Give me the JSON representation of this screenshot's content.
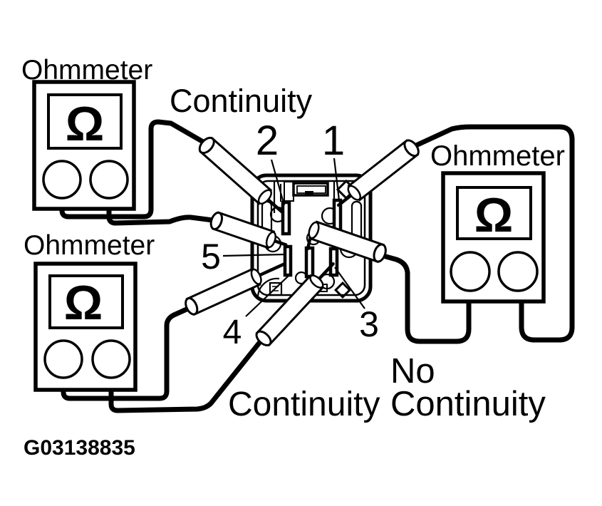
{
  "figure_code": "G03138835",
  "meters": {
    "top_left": {
      "label": "Ohmmeter",
      "symbol": "Ω"
    },
    "bottom_left": {
      "label": "Ohmmeter",
      "symbol": "Ω"
    },
    "right": {
      "label": "Ohmmeter",
      "symbol": "Ω"
    }
  },
  "annotations": {
    "continuity_top": "Continuity",
    "continuity_bottom": "Continuity",
    "no_continuity_line1": "No",
    "no_continuity_line2": "Continuity"
  },
  "pin_labels": {
    "pin1": "1",
    "pin2": "2",
    "pin3": "3",
    "pin4": "4",
    "pin5": "5"
  },
  "colors": {
    "line": "#000000",
    "background": "#ffffff"
  }
}
